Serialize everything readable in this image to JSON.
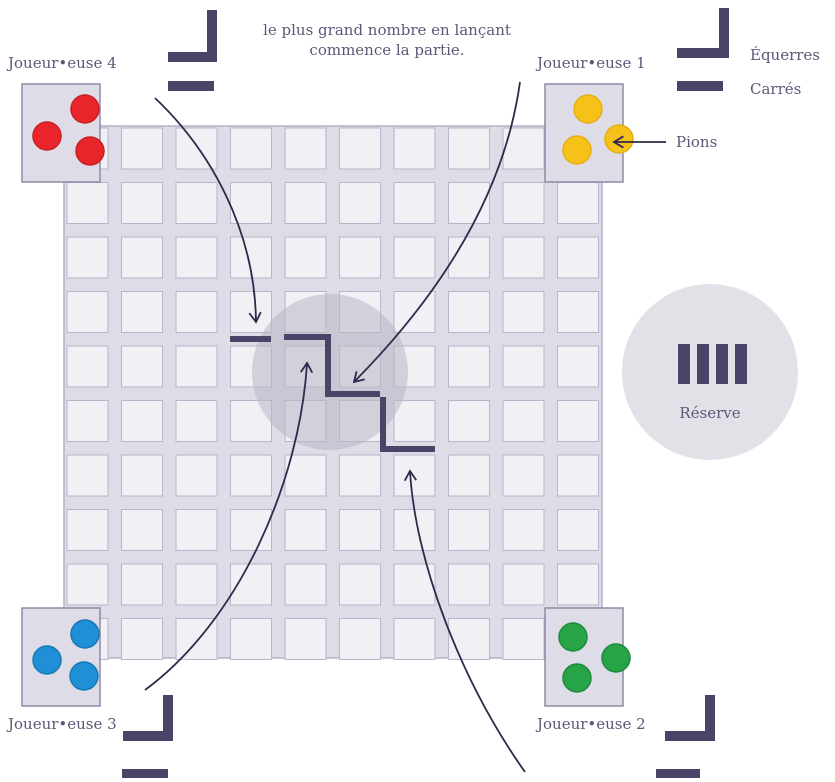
{
  "intro_text": [
    "…",
    "le plus grand nombre en lançant",
    "commence la partie."
  ],
  "players": {
    "p1": {
      "label": "Joueur•euse 1",
      "color": "#f6c21a",
      "stroke": "#e6ae10"
    },
    "p2": {
      "label": "Joueur•euse 2",
      "color": "#27a348",
      "stroke": "#1f8a3c"
    },
    "p3": {
      "label": "Joueur•euse 3",
      "color": "#1f8fd6",
      "stroke": "#1a78b6"
    },
    "p4": {
      "label": "Joueur•euse 4",
      "color": "#e8262a",
      "stroke": "#c81f23"
    }
  },
  "legend": {
    "equerres": "Équerres",
    "carres": "Carrés",
    "pions": "Pions"
  },
  "reserve": {
    "label": "Réserve"
  },
  "colors": {
    "dark": "#4a4468",
    "board_bg": "#dedce6",
    "board_border": "#b6b2c8",
    "cell": "#f1f0f5",
    "cell_border": "#b9b5ca",
    "center_circle": "#b9b6c6",
    "reserve_circle": "#e2e1e8",
    "arrow": "#2f2a4a"
  }
}
